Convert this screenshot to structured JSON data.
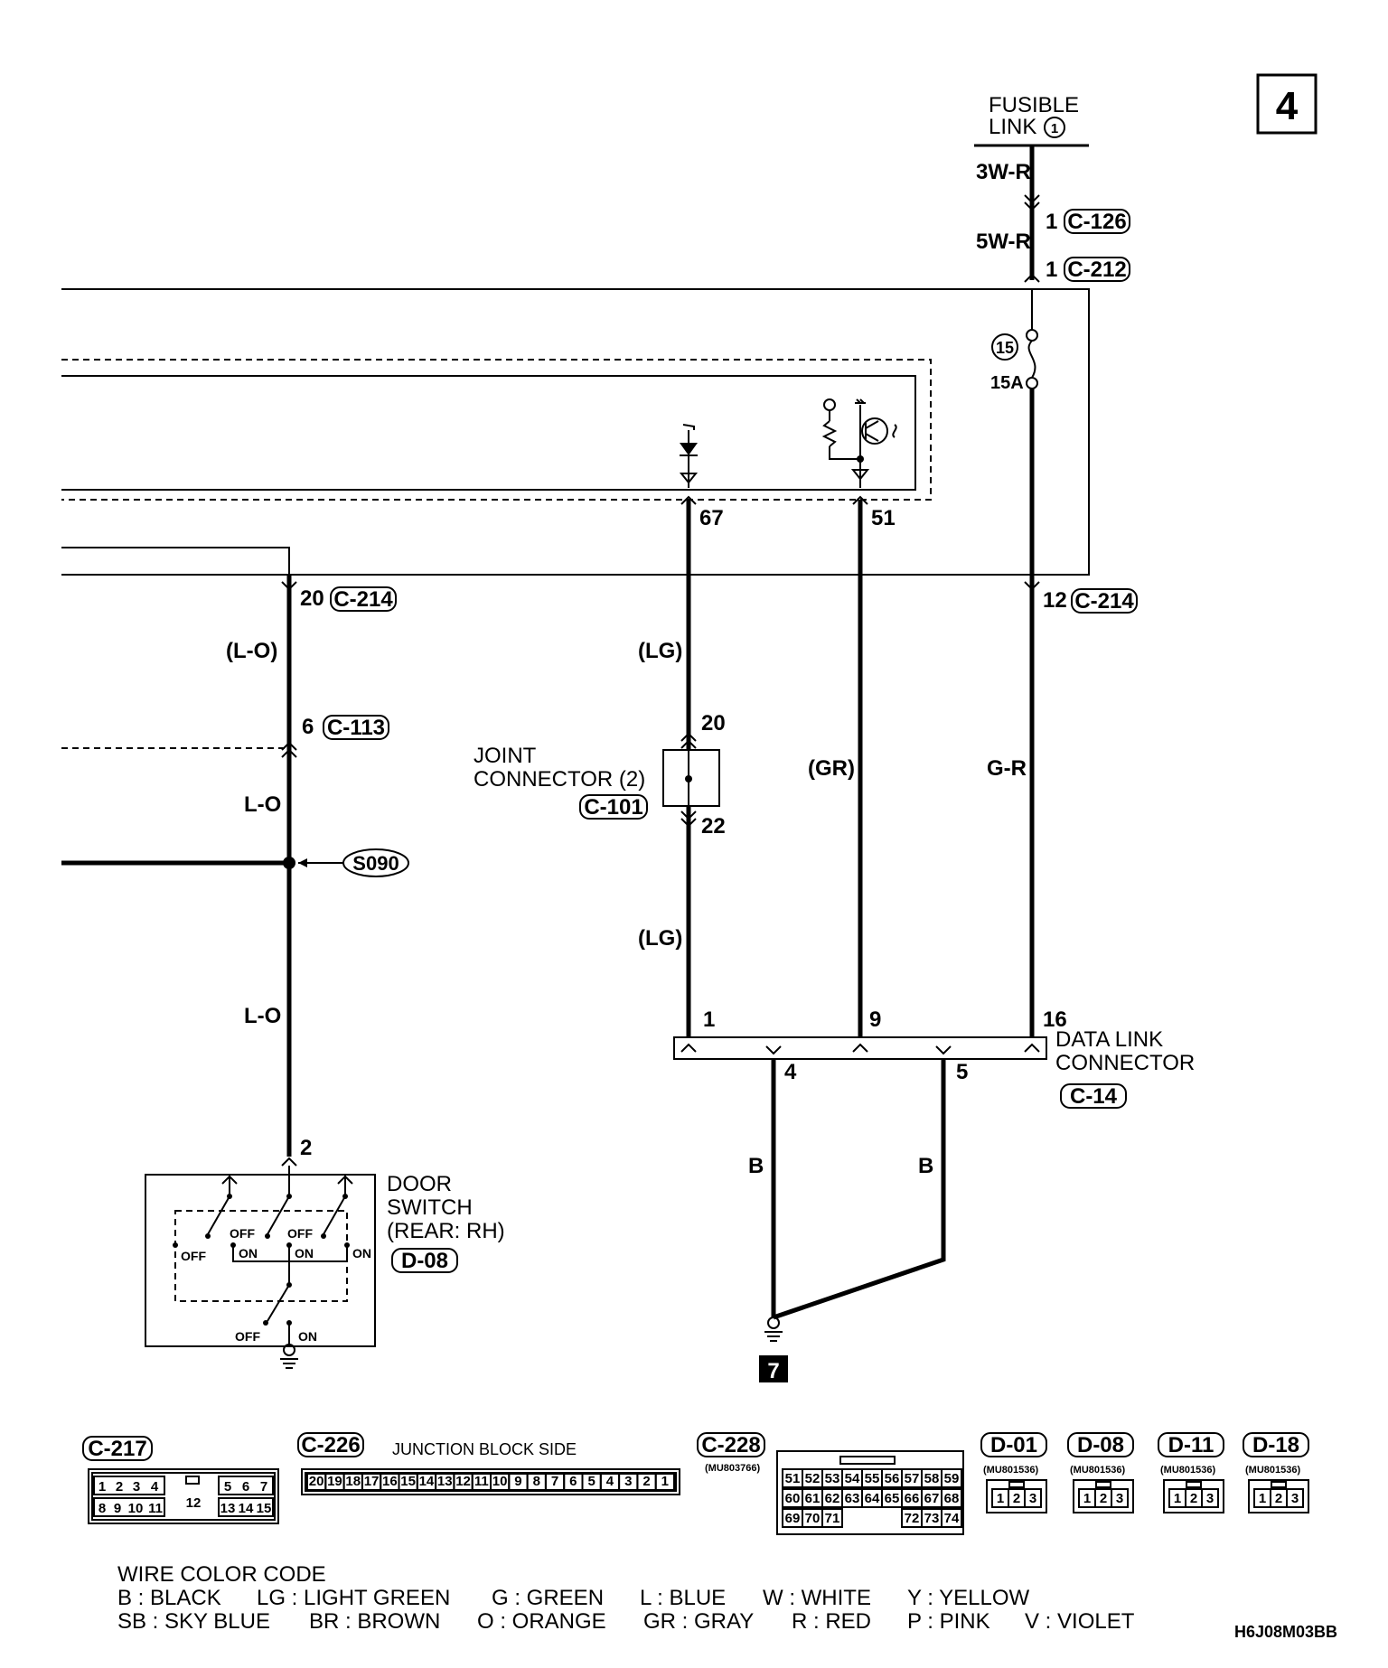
{
  "page_number": "4",
  "fusible_link": {
    "label_line1": "FUSIBLE",
    "label_line2": "LINK",
    "number": "1"
  },
  "wires": {
    "w_3wr": "3W-R",
    "w_5wr": "5W-R",
    "lo_paren": "(L-O)",
    "lo_1": "L-O",
    "lo_2": "L-O",
    "lg_1": "(LG)",
    "lg_2": "(LG)",
    "gr": "(GR)",
    "gr_wire": "G-R",
    "b_1": "B",
    "b_2": "B"
  },
  "connectors": {
    "c126": {
      "pin": "1",
      "id": "C-126"
    },
    "c212": {
      "pin": "1",
      "id": "C-212"
    },
    "c214_left": {
      "pin": "20",
      "id": "C-214"
    },
    "c214_right": {
      "pin": "12",
      "id": "C-214"
    },
    "c113": {
      "pin": "6",
      "id": "C-113"
    },
    "c101": {
      "id": "C-101"
    },
    "c14": {
      "id": "C-14"
    },
    "d08": {
      "id": "D-08"
    }
  },
  "fuse": {
    "number": "15",
    "rating": "15A"
  },
  "ecu_pins": {
    "p67": "67",
    "p51": "51"
  },
  "joint_connector": {
    "line1": "JOINT",
    "line2": "CONNECTOR (2)",
    "pin_top": "20",
    "pin_bottom": "22"
  },
  "splice": "S090",
  "data_link": {
    "line1": "DATA LINK",
    "line2": "CONNECTOR",
    "pins": {
      "p1": "1",
      "p9": "9",
      "p16": "16",
      "p4": "4",
      "p5": "5"
    }
  },
  "door_switch": {
    "line1": "DOOR",
    "line2": "SWITCH",
    "line3": "(REAR: RH)",
    "pin": "2",
    "off": "OFF",
    "on": "ON"
  },
  "ground": "7",
  "connector_views": {
    "c217": {
      "id": "C-217",
      "row1a": [
        "1",
        "2",
        "3",
        "4"
      ],
      "row1b": [
        "5",
        "6",
        "7"
      ],
      "row2a": [
        "8",
        "9",
        "10",
        "11"
      ],
      "mid": "12",
      "row2b": [
        "13",
        "14",
        "15"
      ]
    },
    "c226": {
      "id": "C-226",
      "caption": "JUNCTION BLOCK SIDE",
      "pins": [
        "20",
        "19",
        "18",
        "17",
        "16",
        "15",
        "14",
        "13",
        "12",
        "11",
        "10",
        "9",
        "8",
        "7",
        "6",
        "5",
        "4",
        "3",
        "2",
        "1"
      ]
    },
    "c228": {
      "id": "C-228",
      "part": "(MU803766)",
      "row1": [
        "51",
        "52",
        "53",
        "54",
        "55",
        "56",
        "57",
        "58",
        "59"
      ],
      "row2": [
        "60",
        "61",
        "62",
        "63",
        "64",
        "65",
        "66",
        "67",
        "68"
      ],
      "row3a": [
        "69",
        "70",
        "71"
      ],
      "row3b": [
        "72",
        "73",
        "74"
      ]
    },
    "d01": {
      "id": "D-01",
      "part": "(MU801536)",
      "pins": [
        "1",
        "2",
        "3"
      ]
    },
    "d08": {
      "id": "D-08",
      "part": "(MU801536)",
      "pins": [
        "1",
        "2",
        "3"
      ]
    },
    "d11": {
      "id": "D-11",
      "part": "(MU801536)",
      "pins": [
        "1",
        "2",
        "3"
      ]
    },
    "d18": {
      "id": "D-18",
      "part": "(MU801536)",
      "pins": [
        "1",
        "2",
        "3"
      ]
    }
  },
  "wire_color_code": {
    "title": "WIRE COLOR CODE",
    "row1": [
      "B : BLACK",
      "LG : LIGHT GREEN",
      "G : GREEN",
      "L : BLUE",
      "W : WHITE",
      "Y : YELLOW"
    ],
    "row2": [
      "SB : SKY BLUE",
      "BR : BROWN",
      "O : ORANGE",
      "GR : GRAY",
      "R : RED",
      "P : PINK",
      "V : VIOLET"
    ]
  },
  "figure_code": "H6J08M03BB"
}
